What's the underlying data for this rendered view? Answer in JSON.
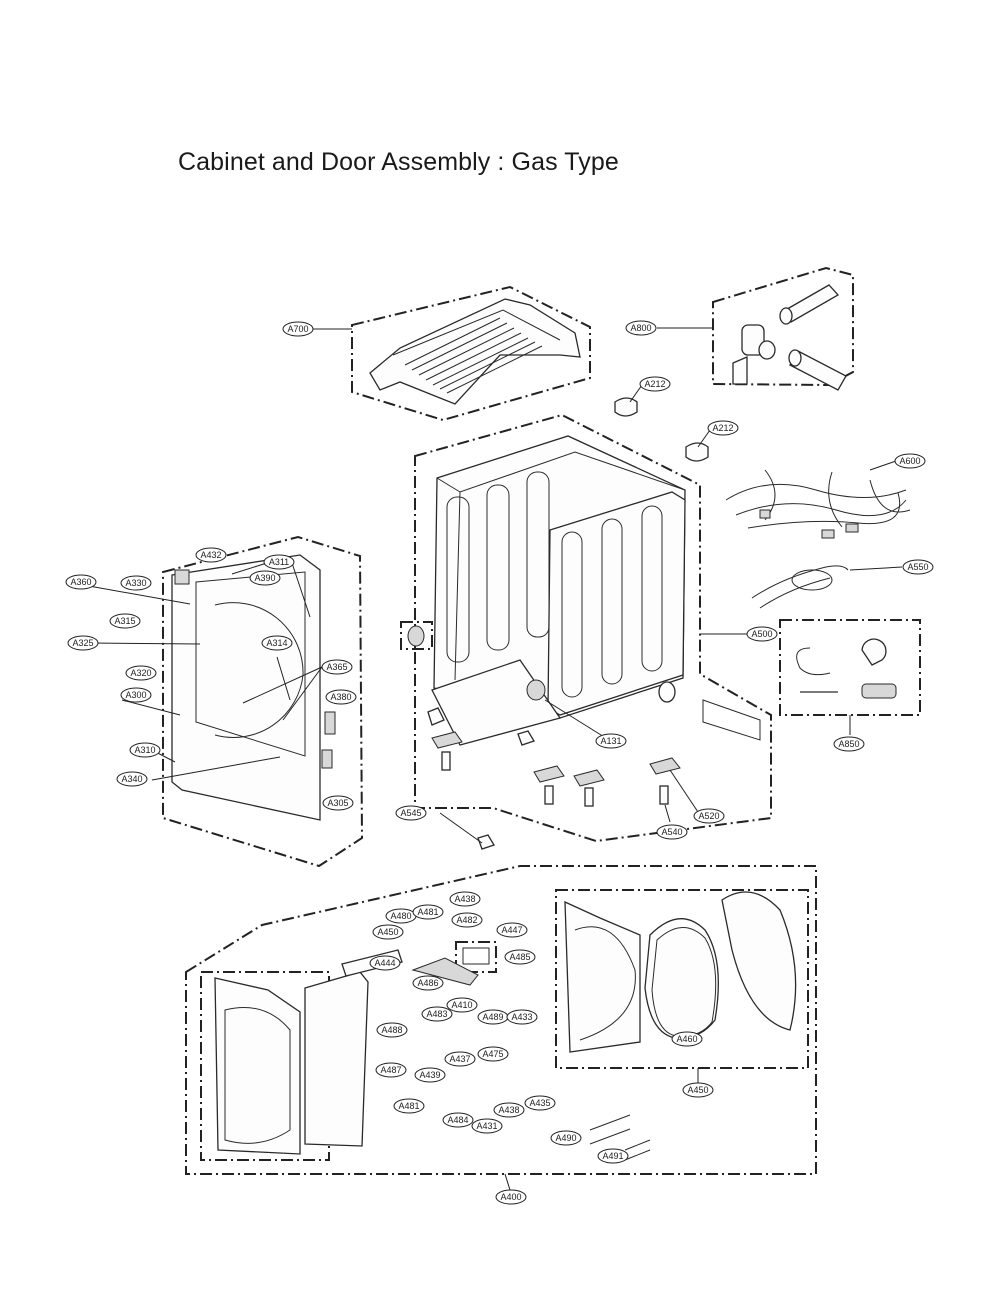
{
  "title": "Cabinet and Door Assembly : Gas Type",
  "callouts": [
    {
      "id": "a700",
      "label": "A700"
    },
    {
      "id": "a800",
      "label": "A800"
    },
    {
      "id": "a212-1",
      "label": "A212"
    },
    {
      "id": "a212-2",
      "label": "A212"
    },
    {
      "id": "a600",
      "label": "A600"
    },
    {
      "id": "a550",
      "label": "A550"
    },
    {
      "id": "a500",
      "label": "A500"
    },
    {
      "id": "a850",
      "label": "A850"
    },
    {
      "id": "a131",
      "label": "A131"
    },
    {
      "id": "a520",
      "label": "A520"
    },
    {
      "id": "a540",
      "label": "A540"
    },
    {
      "id": "a545",
      "label": "A545"
    },
    {
      "id": "a432-top",
      "label": "A432"
    },
    {
      "id": "a311-top",
      "label": "A311"
    },
    {
      "id": "a390",
      "label": "A390"
    },
    {
      "id": "a360",
      "label": "A360"
    },
    {
      "id": "a330",
      "label": "A330"
    },
    {
      "id": "a315",
      "label": "A315"
    },
    {
      "id": "a325",
      "label": "A325"
    },
    {
      "id": "a314",
      "label": "A314"
    },
    {
      "id": "a320",
      "label": "A320"
    },
    {
      "id": "a365",
      "label": "A365"
    },
    {
      "id": "a300",
      "label": "A300"
    },
    {
      "id": "a380",
      "label": "A380"
    },
    {
      "id": "a310",
      "label": "A310"
    },
    {
      "id": "a340",
      "label": "A340"
    },
    {
      "id": "a305",
      "label": "A305"
    },
    {
      "id": "a438-top",
      "label": "A438"
    },
    {
      "id": "a480",
      "label": "A480"
    },
    {
      "id": "a481-top",
      "label": "A481"
    },
    {
      "id": "a482",
      "label": "A482"
    },
    {
      "id": "a450-top",
      "label": "A450"
    },
    {
      "id": "a447",
      "label": "A447"
    },
    {
      "id": "a444",
      "label": "A444"
    },
    {
      "id": "a485",
      "label": "A485"
    },
    {
      "id": "a486",
      "label": "A486"
    },
    {
      "id": "a410",
      "label": "A410"
    },
    {
      "id": "a483",
      "label": "A483"
    },
    {
      "id": "a489",
      "label": "A489"
    },
    {
      "id": "a433",
      "label": "A433"
    },
    {
      "id": "a488",
      "label": "A488"
    },
    {
      "id": "a437",
      "label": "A437"
    },
    {
      "id": "a475",
      "label": "A475"
    },
    {
      "id": "a487",
      "label": "A487"
    },
    {
      "id": "a439",
      "label": "A439"
    },
    {
      "id": "a481-bottom",
      "label": "A481"
    },
    {
      "id": "a484",
      "label": "A484"
    },
    {
      "id": "a431",
      "label": "A431"
    },
    {
      "id": "a438-bottom",
      "label": "A438"
    },
    {
      "id": "a435",
      "label": "A435"
    },
    {
      "id": "a460",
      "label": "A460"
    },
    {
      "id": "a450",
      "label": "A450"
    },
    {
      "id": "a490",
      "label": "A490"
    },
    {
      "id": "a491",
      "label": "A491"
    },
    {
      "id": "a400",
      "label": "A400"
    }
  ]
}
